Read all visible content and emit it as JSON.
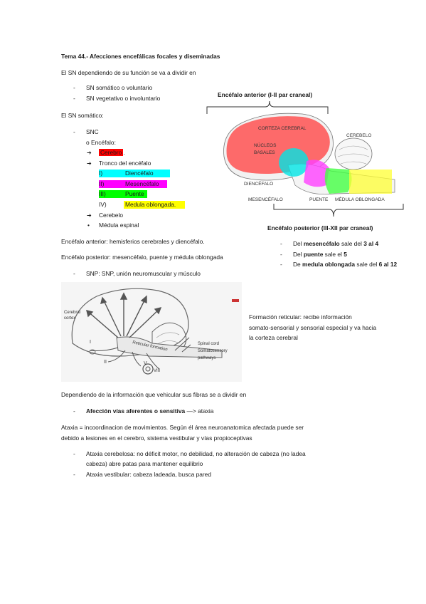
{
  "title": "Tema 44.- Afecciones encefálicas focales y diseminadas",
  "intro": "El SN dependiendo de su función se va a dividir en",
  "sn_types": [
    "SN somático o voluntario",
    "SN vegetativo o involuntario"
  ],
  "sn_somatico_label": "El SN somático:",
  "snc": "SNC",
  "encefalo": "o Encéfalo:",
  "arrow": "➔",
  "cerebro": {
    "label": "Cerebro",
    "suffix": ".",
    "color": "#ff0000"
  },
  "tronco": "Tronco del encéfalo",
  "tronco_items": [
    {
      "num": "I)",
      "label": "Diencéfalo",
      "suffix": "",
      "color": "#00ffff"
    },
    {
      "num": "II)",
      "label": "Mesencéfalo",
      "suffix": "",
      "color": "#ff00ff"
    },
    {
      "num": "III)",
      "label": "Puente",
      "suffix": "",
      "color": "#00ff00"
    },
    {
      "num": "IV)",
      "label": "Medula oblongada",
      "suffix": ".",
      "color": "#ffff00"
    }
  ],
  "cerebelo": "Cerebelo",
  "bullet": "•",
  "medula_espinal": "Médula espinal",
  "encefalo_anterior_text": "Encéfalo anterior: hemisferios cerebrales y diencéfalo.",
  "encefalo_posterior_text": "Encéfalo posterior: mesencéfalo, puente y médula oblongada",
  "snp_text": "SNP: SNP, unión neuromuscular y músculo",
  "diagram1": {
    "top_label": "Encéfalo anterior (I-II par craneal)",
    "bottom_label": "Encéfalo posterior (III-XII par craneal)",
    "corteza": "CORTEZA CEREBRAL",
    "nucleos": "NÚCLEOS",
    "basales": "BASALES",
    "cerebelo": "CEREBELO",
    "diencefalo": "DIENCÉFALO",
    "mesencefalo": "MESENCÉFALO",
    "puente": "PUENTE",
    "medula": "MÉDULA OBLONGADA"
  },
  "pares_list": [
    {
      "pre": "Del ",
      "bold": "mesencéfalo",
      "mid": " sale del ",
      "nums": "3 al 4"
    },
    {
      "pre": "Del ",
      "bold": "puente",
      "mid": " sale el ",
      "nums": "5"
    },
    {
      "pre": "De ",
      "bold": "medula oblongada",
      "mid": " sale del ",
      "nums": "6 al 12"
    }
  ],
  "diagram2": {
    "cerebral": "Cerebral",
    "cortex": "cortex",
    "reticular": "Reticular formation",
    "spinal": "Spinal cord",
    "somato": "Somatosensory",
    "pathways": "pathways",
    "roman_i": "I",
    "roman_ii": "II",
    "roman_v": "V",
    "roman_viii": "VIII"
  },
  "formacion_lines": [
    "Formación reticular: recibe información",
    "somato-sensorial y sensorial especial y va hacia",
    "la corteza cerebral"
  ],
  "dependiendo": "Dependiendo de la información que vehicular sus fibras se a dividir en",
  "afeccion": {
    "bold": "Afección vías aferentes o sensitiva",
    "rest": " —> ataxia"
  },
  "ataxia_lines": [
    "Ataxia = incoordinacion de movimientos. Según él área neuroanatomica afectada puede ser",
    "debido a lesiones en el cerebro, sistema vestibular y vías propioceptivas"
  ],
  "ataxia_types": [
    {
      "lines": [
        "Ataxia cerebelosa: no déficit motor, no debilidad, no alteración de cabeza (no ladea",
        "cabeza) abre patas para mantener equilibrio"
      ]
    },
    {
      "lines": [
        "Ataxia vestibular: cabeza ladeada, busca pared"
      ]
    }
  ],
  "dash": "-"
}
